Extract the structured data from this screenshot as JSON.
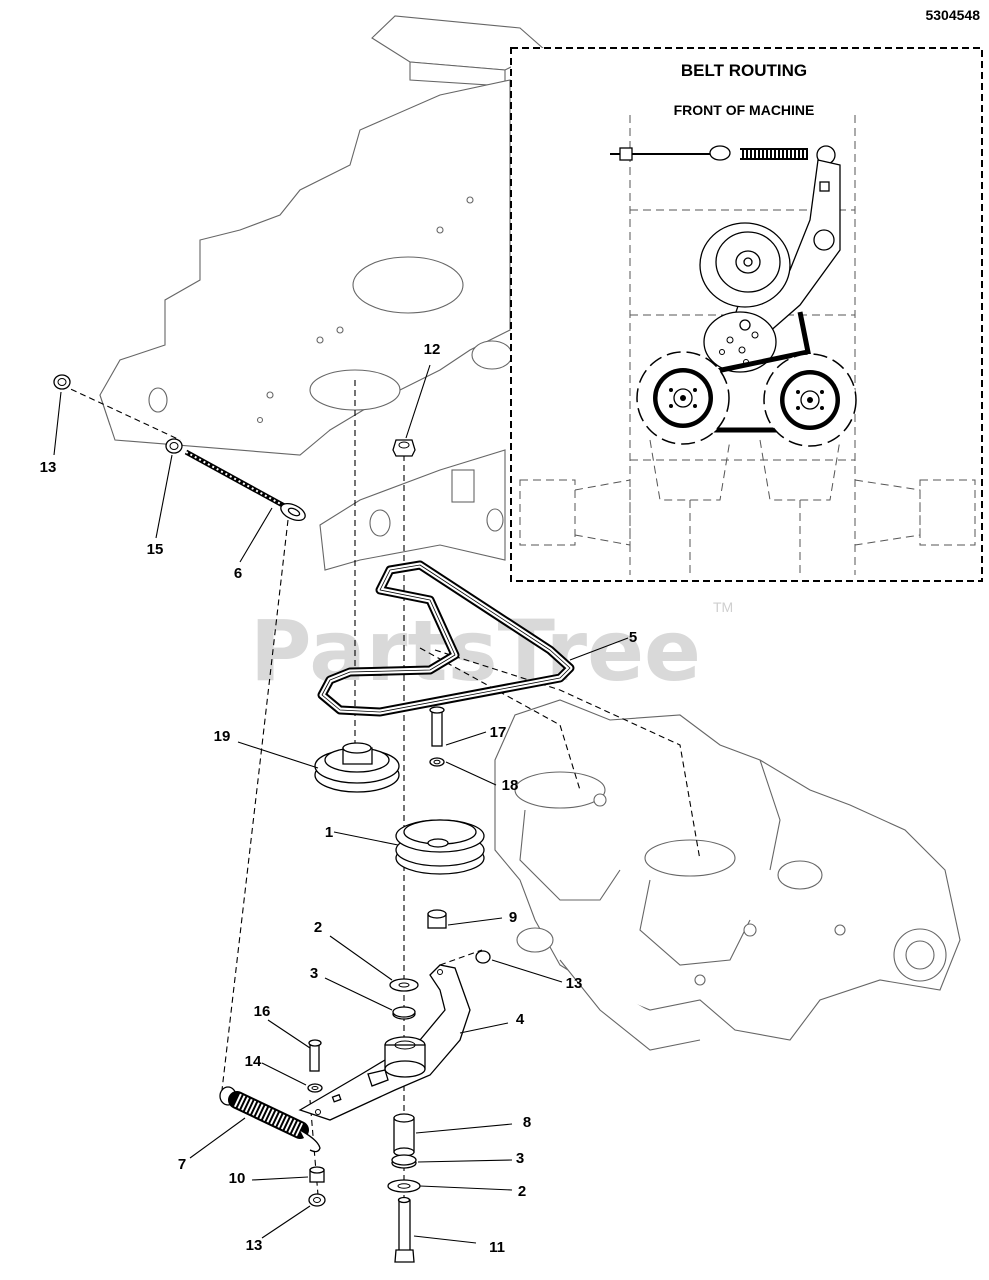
{
  "document_number": "5304548",
  "watermark": {
    "text": "PartsTree",
    "trademark": "TM"
  },
  "inset": {
    "title": "BELT ROUTING",
    "subtitle": "FRONT OF MACHINE"
  },
  "callouts": {
    "c1": "1",
    "c2a": "2",
    "c2b": "2",
    "c3a": "3",
    "c3b": "3",
    "c4": "4",
    "c5": "5",
    "c6": "6",
    "c7": "7",
    "c8": "8",
    "c9": "9",
    "c10": "10",
    "c11": "11",
    "c12": "12",
    "c13a": "13",
    "c13b": "13",
    "c13c": "13",
    "c14": "14",
    "c15": "15",
    "c16": "16",
    "c17": "17",
    "c18": "18",
    "c19": "19"
  }
}
